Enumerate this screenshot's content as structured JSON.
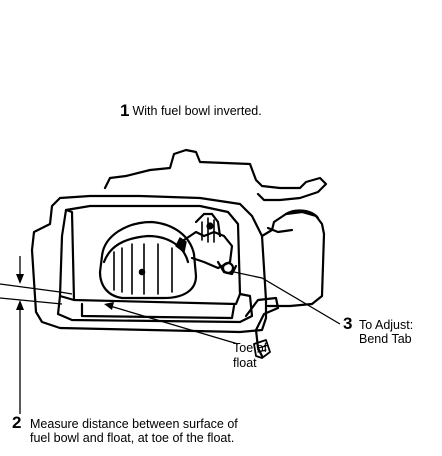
{
  "callouts": {
    "step1": {
      "number": "1",
      "text": "With fuel bowl inverted."
    },
    "step2": {
      "number": "2",
      "line1": "Measure distance between surface of",
      "line2": "fuel bowl and float, at toe of the float."
    },
    "step3": {
      "number": "3",
      "line1": "To Adjust:",
      "line2": "Bend Tab"
    },
    "toe_label": {
      "line1": "Toe of",
      "line2": "float"
    }
  },
  "colors": {
    "ink": "#000000",
    "paper": "#ffffff"
  }
}
